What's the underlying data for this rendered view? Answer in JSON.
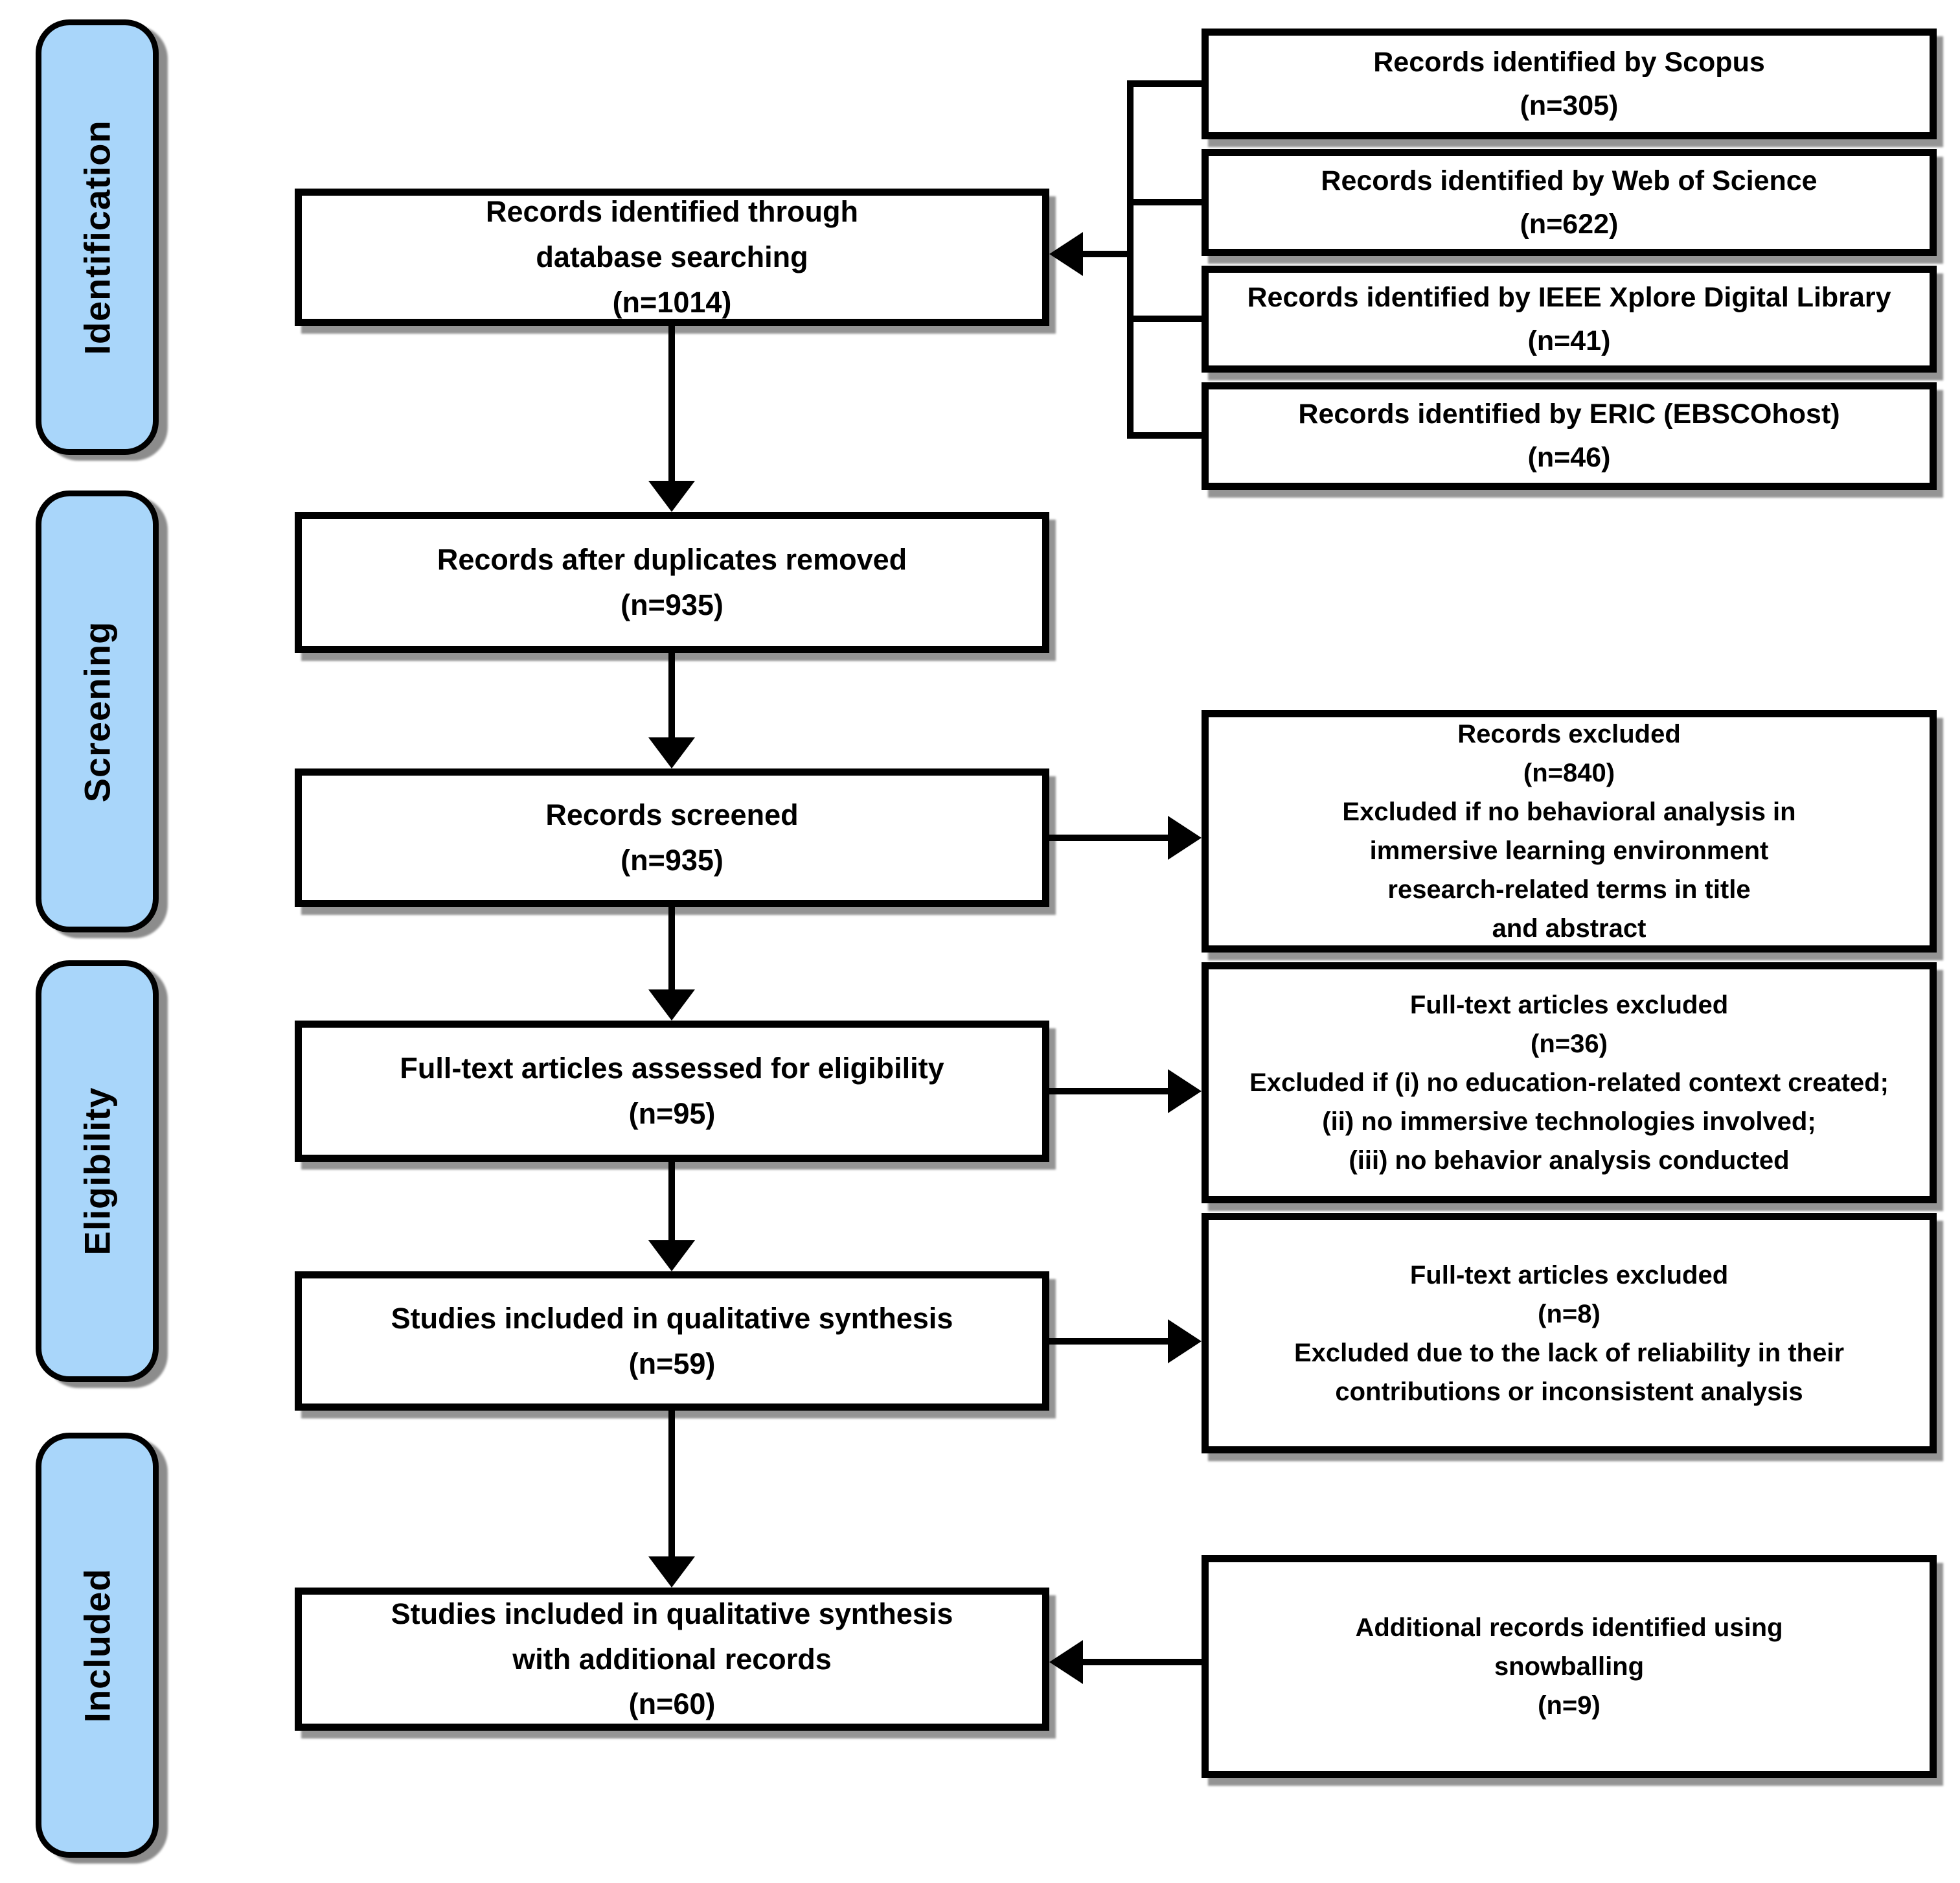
{
  "palette": {
    "stage_fill": "#a9d6fa",
    "box_fill": "#ffffff",
    "line_color": "#000000"
  },
  "stages": [
    {
      "label": "Identification"
    },
    {
      "label": "Screening"
    },
    {
      "label": "Eligibility"
    },
    {
      "label": "Included"
    }
  ],
  "main_flow": {
    "m1": {
      "lines": [
        "Records identified through",
        "database searching",
        "(n=1014)"
      ]
    },
    "m2": {
      "lines": [
        "Records after duplicates removed",
        "(n=935)"
      ]
    },
    "m3": {
      "lines": [
        "Records screened",
        "(n=935)"
      ]
    },
    "m4": {
      "lines": [
        "Full-text articles assessed for eligibility",
        "(n=95)"
      ]
    },
    "m5": {
      "lines": [
        "Studies included in qualitative synthesis",
        "(n=59)"
      ]
    },
    "m6": {
      "lines": [
        "Studies included in qualitative synthesis",
        "with additional records",
        "(n=60)"
      ]
    }
  },
  "side_boxes": {
    "r1": {
      "lines": [
        "Records identified by Scopus",
        "(n=305)"
      ]
    },
    "r2": {
      "lines": [
        "Records identified by Web of Science",
        "(n=622)"
      ]
    },
    "r3": {
      "lines": [
        "Records identified by IEEE Xplore Digital Library",
        "(n=41)"
      ]
    },
    "r4": {
      "lines": [
        "Records identified by ERIC (EBSCOhost)",
        "(n=46)"
      ]
    },
    "e1": {
      "lines": [
        "Records excluded",
        "(n=840)",
        "Excluded if no behavioral analysis in",
        "immersive learning environment",
        "research-related terms in title",
        "and abstract"
      ]
    },
    "e2": {
      "lines": [
        "Full-text articles excluded",
        "(n=36)",
        "Excluded if (i) no education-related context created;",
        "(ii) no immersive technologies involved;",
        "(iii) no behavior analysis conducted"
      ]
    },
    "e3": {
      "lines": [
        "Full-text articles excluded",
        "(n=8)",
        "Excluded due to the lack of reliability in their",
        "contributions or inconsistent analysis"
      ]
    },
    "s5": {
      "lines": [
        "Additional records identified using",
        "snowballing",
        "(n=9)"
      ]
    }
  }
}
